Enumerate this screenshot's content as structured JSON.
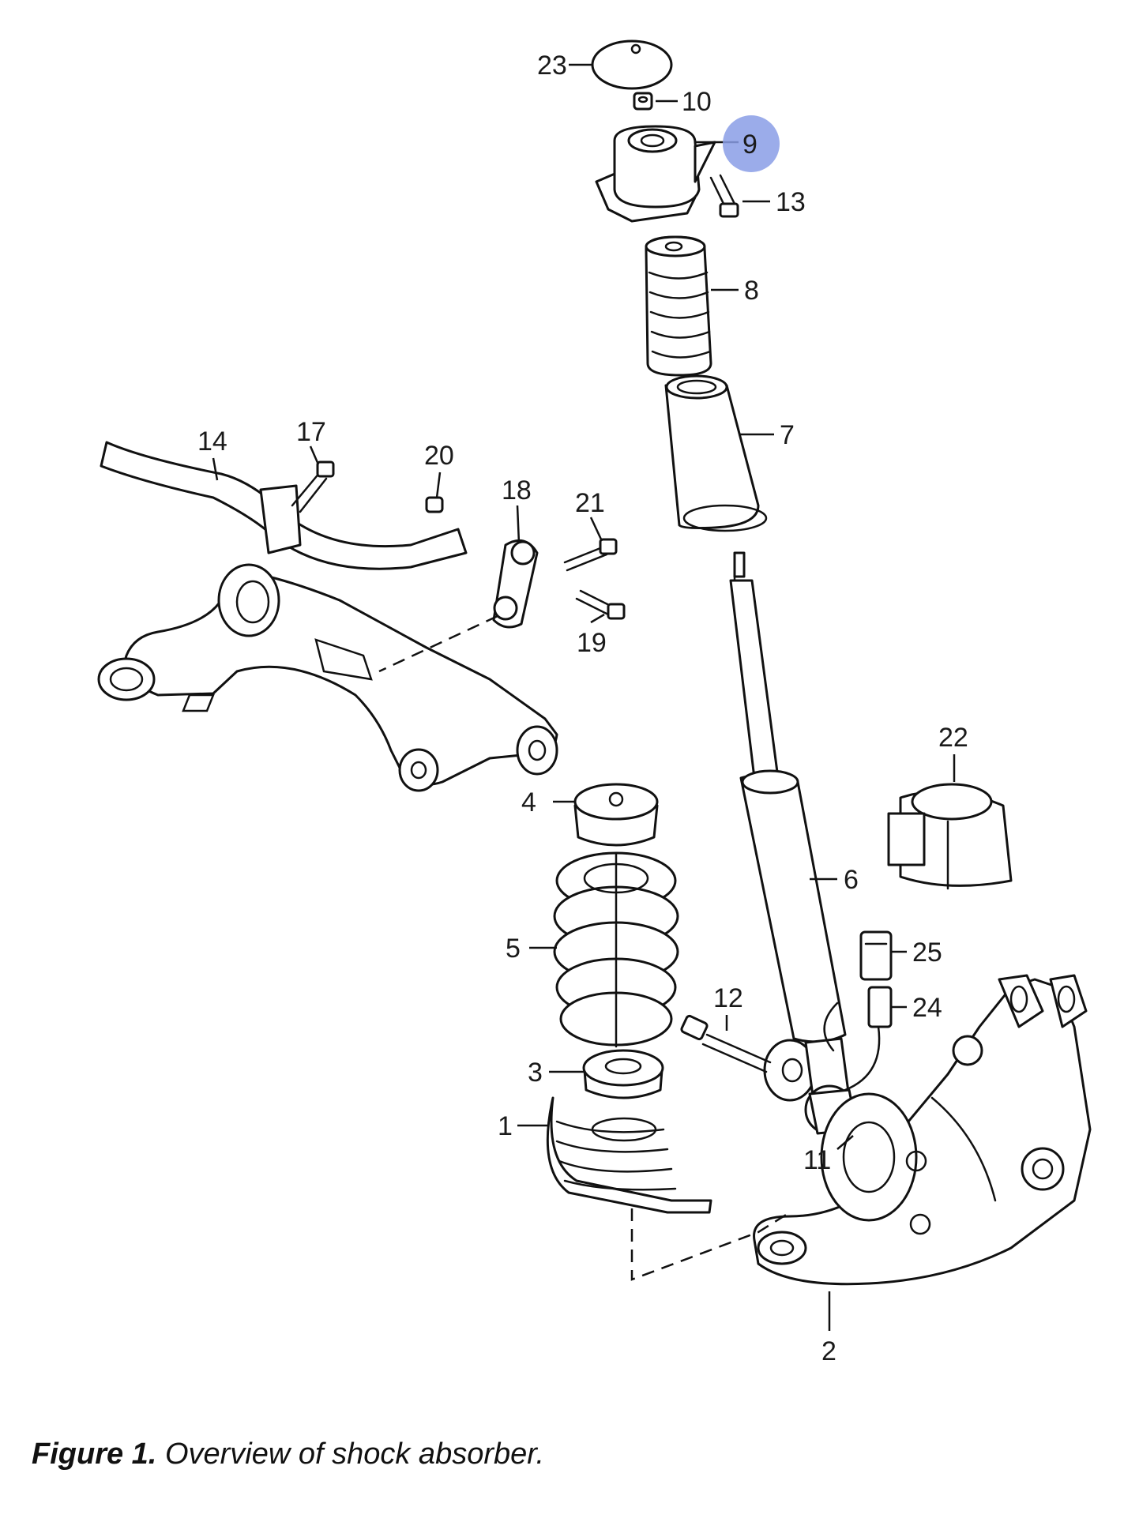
{
  "figure": {
    "caption_label": "Figure 1.",
    "caption_text": "Overview of shock absorber."
  },
  "callouts": [
    {
      "id": "1",
      "label": "1"
    },
    {
      "id": "2",
      "label": "2"
    },
    {
      "id": "3",
      "label": "3"
    },
    {
      "id": "4",
      "label": "4"
    },
    {
      "id": "5",
      "label": "5"
    },
    {
      "id": "6",
      "label": "6"
    },
    {
      "id": "7",
      "label": "7"
    },
    {
      "id": "8",
      "label": "8"
    },
    {
      "id": "9",
      "label": "9",
      "highlighted": true
    },
    {
      "id": "10",
      "label": "10"
    },
    {
      "id": "11",
      "label": "11"
    },
    {
      "id": "12",
      "label": "12"
    },
    {
      "id": "13",
      "label": "13"
    },
    {
      "id": "14",
      "label": "14"
    },
    {
      "id": "17",
      "label": "17"
    },
    {
      "id": "18",
      "label": "18"
    },
    {
      "id": "19",
      "label": "19"
    },
    {
      "id": "20",
      "label": "20"
    },
    {
      "id": "21",
      "label": "21"
    },
    {
      "id": "22",
      "label": "22"
    },
    {
      "id": "23",
      "label": "23"
    },
    {
      "id": "24",
      "label": "24"
    },
    {
      "id": "25",
      "label": "25"
    }
  ],
  "colors": {
    "highlight": "#8a9ee6",
    "line": "#111111",
    "background": "#ffffff"
  }
}
